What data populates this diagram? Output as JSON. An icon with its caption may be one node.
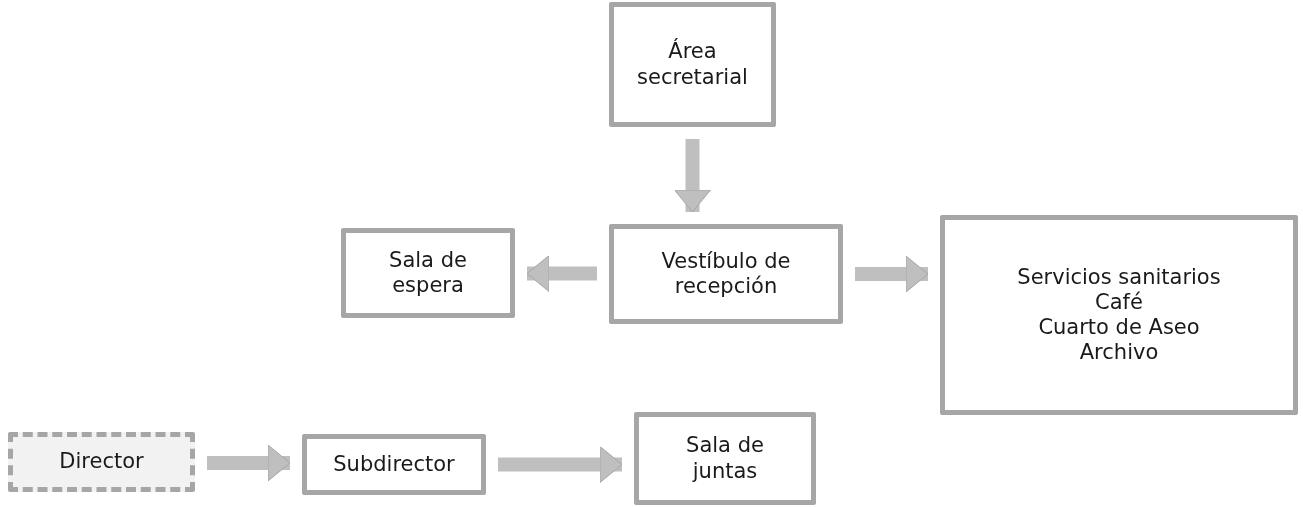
{
  "diagram": {
    "nodes": [
      {
        "text": [
          "Área secretarial"
        ]
      },
      {
        "text": [
          "Vestíbulo de recepción"
        ]
      },
      {
        "text": [
          "Sala de espera"
        ]
      },
      {
        "text": [
          "Servicios sanitarios",
          "Café",
          "Cuarto de Aseo",
          "Archivo"
        ]
      },
      {
        "text": [
          "Director"
        ]
      },
      {
        "text": [
          "Subdirector"
        ]
      },
      {
        "text": [
          "Sala de juntas"
        ]
      }
    ],
    "edges": [
      {
        "from": 0,
        "to": 1,
        "arrow": "to"
      },
      {
        "from": 1,
        "to": 2,
        "arrow": "to"
      },
      {
        "from": 1,
        "to": 3,
        "arrow": "to"
      },
      {
        "from": 4,
        "to": 5,
        "arrow": "to"
      },
      {
        "from": 5,
        "to": 6,
        "arrow": "to"
      }
    ]
  }
}
